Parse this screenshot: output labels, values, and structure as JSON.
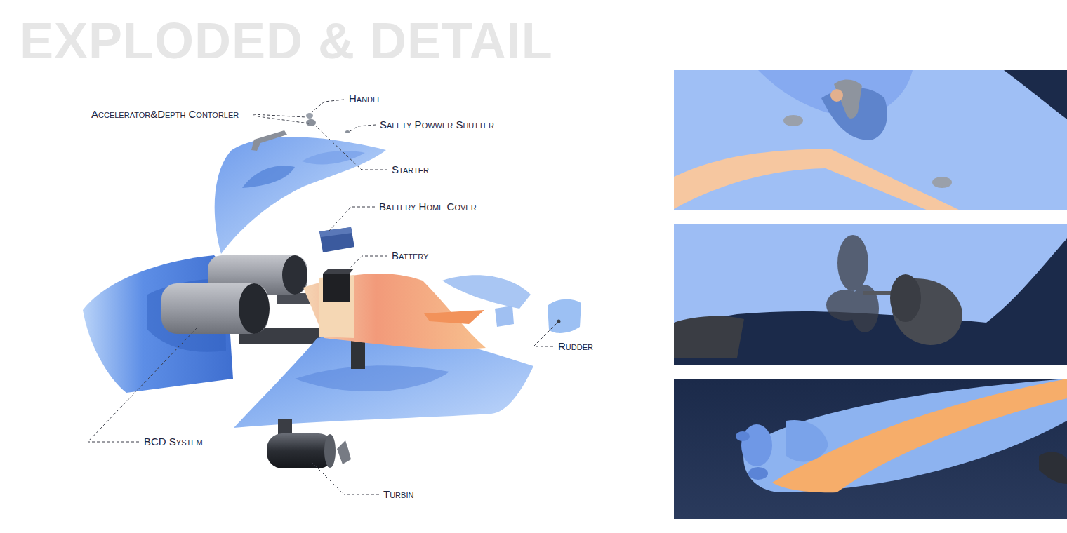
{
  "diagram": {
    "title": "EXPLODED & DETAIL",
    "labels": [
      "Handle",
      "Accelerator&Depth Contorler",
      "Safety Powwer Shutter",
      "Starter",
      "Battery Home Cover",
      "Battery",
      "Rudder",
      "BCD System",
      "Turbin"
    ]
  }
}
